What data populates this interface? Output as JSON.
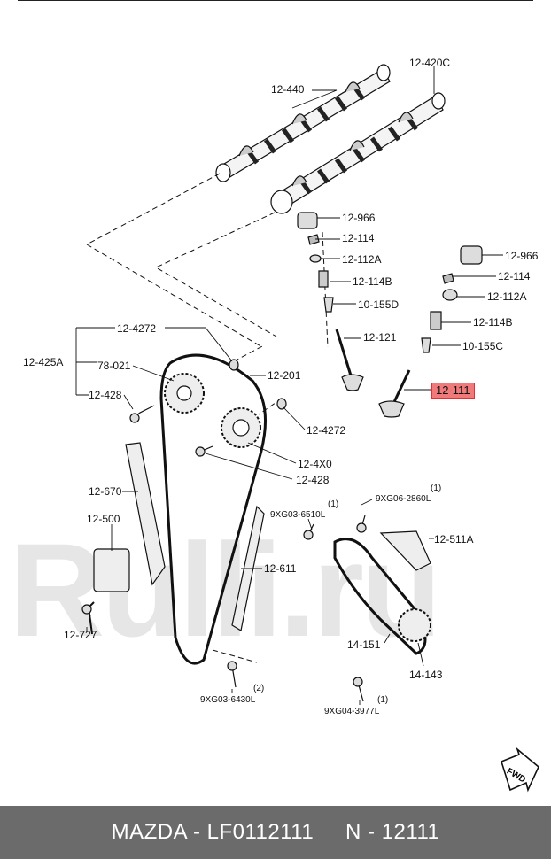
{
  "watermark": "Rulli.ru",
  "labels": {
    "l12_440": "12-440",
    "l12_420C": "12-420C",
    "l12_966a": "12-966",
    "l12_114a": "12-114",
    "l12_112Aa": "12-112A",
    "l12_114Ba": "12-114B",
    "l10_155D": "10-155D",
    "l12_121": "12-121",
    "l12_966b": "12-966",
    "l12_114b": "12-114",
    "l12_112Ab": "12-112A",
    "l12_114Bb": "12-114B",
    "l10_155C": "10-155C",
    "l12_111": "12-111",
    "l12_4272a": "12-4272",
    "l12_425A": "12-425A",
    "l78_021": "78-021",
    "l12_201": "12-201",
    "l12_428a": "12-428",
    "l12_4272b": "12-4272",
    "l12_4X0": "12-4X0",
    "l12_428b": "12-428",
    "l12_670": "12-670",
    "l12_500": "12-500",
    "l12_727": "12-727",
    "l12_611": "12-611",
    "l9XG03_6510L": "9XG03-6510L",
    "l9XG03_6510L_q": "(1)",
    "l9XG06_2860L": "9XG06-2860L",
    "l9XG06_2860L_q": "(1)",
    "l12_511A": "12-511A",
    "l14_151": "14-151",
    "l14_143": "14-143",
    "l9XG03_6430L": "9XG03-6430L",
    "l9XG03_6430L_q": "(2)",
    "l9XG04_3977L": "9XG04-3977L",
    "l9XG04_3977L_q": "(1)",
    "fwd": "FWD"
  },
  "footer": {
    "text": "MAZDA - LF0112111     N - 12111"
  }
}
